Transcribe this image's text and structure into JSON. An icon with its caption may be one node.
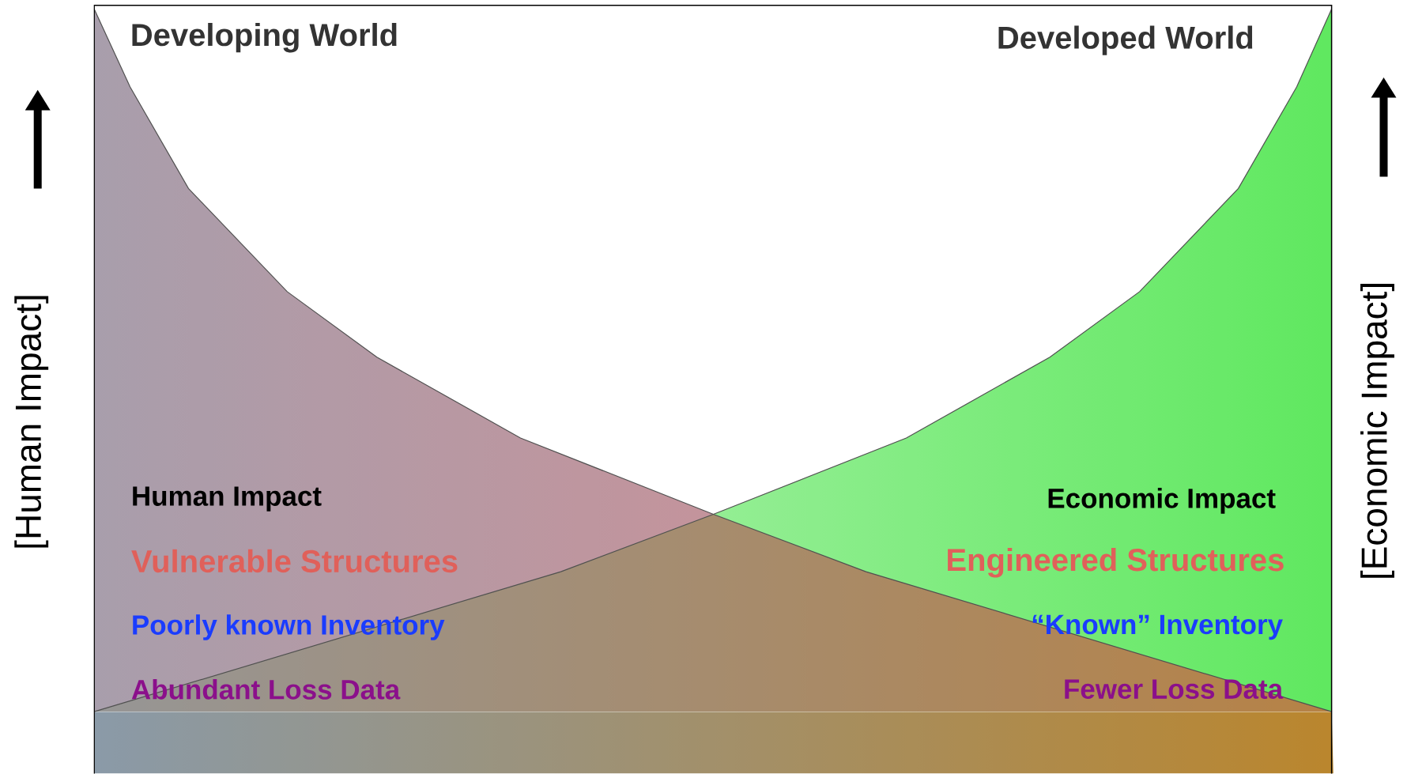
{
  "diagram": {
    "labels": [
      "Developing World",
      "Developed World",
      "[Human Impact]",
      "[Economic Impact]",
      "Human Impact",
      "Economic Impact",
      "Vulnerable Structures",
      "Engineered Structures",
      "Poorly known Inventory",
      "“Known” Inventory",
      "Abundant Loss Data",
      "Fewer Loss Data"
    ]
  }
}
